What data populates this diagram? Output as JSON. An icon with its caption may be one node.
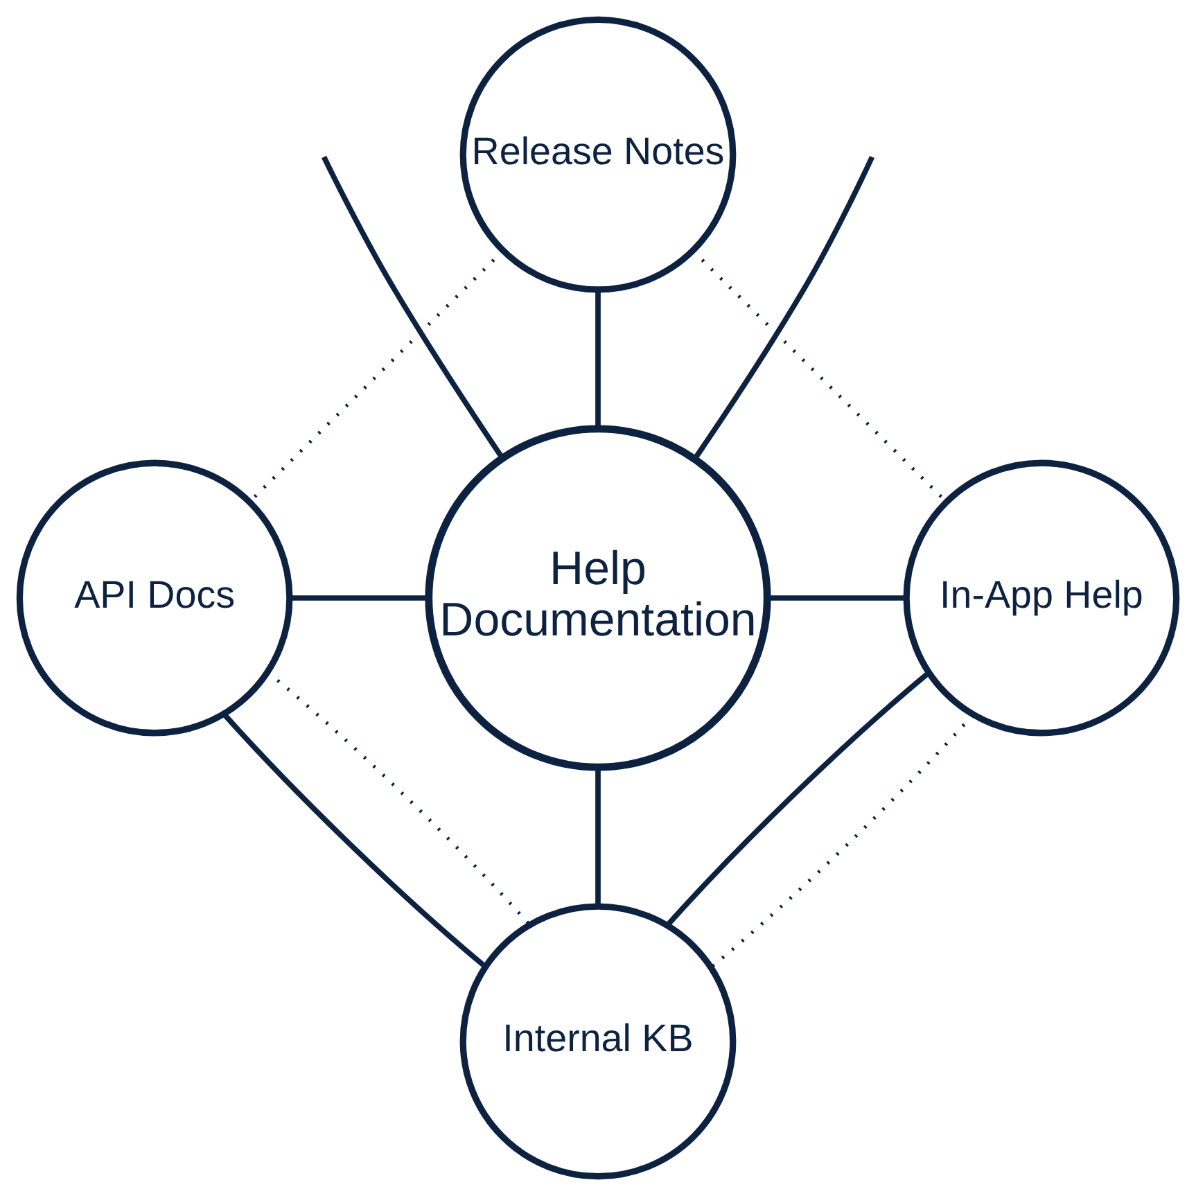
{
  "diagram": {
    "nodes": [
      {
        "text": [
          "Help Documentation"
        ]
      },
      {
        "text": [
          "Release Notes"
        ]
      },
      {
        "text": [
          "API Docs"
        ]
      },
      {
        "text": [
          "In-App Help"
        ]
      },
      {
        "text": [
          "Internal KB"
        ]
      }
    ],
    "edges": [
      {
        "from": 0,
        "to": 1,
        "arrow": "none"
      },
      {
        "from": 2,
        "to": 0,
        "arrow": "none"
      },
      {
        "from": 0,
        "to": 3,
        "arrow": "none"
      },
      {
        "from": 0,
        "to": 4,
        "arrow": "none"
      },
      {
        "from": 2,
        "to": 4,
        "arrow": "none"
      },
      {
        "from": 3,
        "to": 4,
        "arrow": "none"
      },
      {
        "from": null,
        "to": 0,
        "arrow": "none"
      },
      {
        "from": null,
        "to": 0,
        "arrow": "none"
      },
      {
        "from": 2,
        "to": 1,
        "arrow": "none",
        "style": "dashed"
      },
      {
        "from": 1,
        "to": 3,
        "arrow": "none",
        "style": "dashed"
      },
      {
        "from": 2,
        "to": 4,
        "arrow": "none",
        "style": "dashed"
      },
      {
        "from": 3,
        "to": 4,
        "arrow": "none",
        "style": "dashed"
      }
    ]
  }
}
